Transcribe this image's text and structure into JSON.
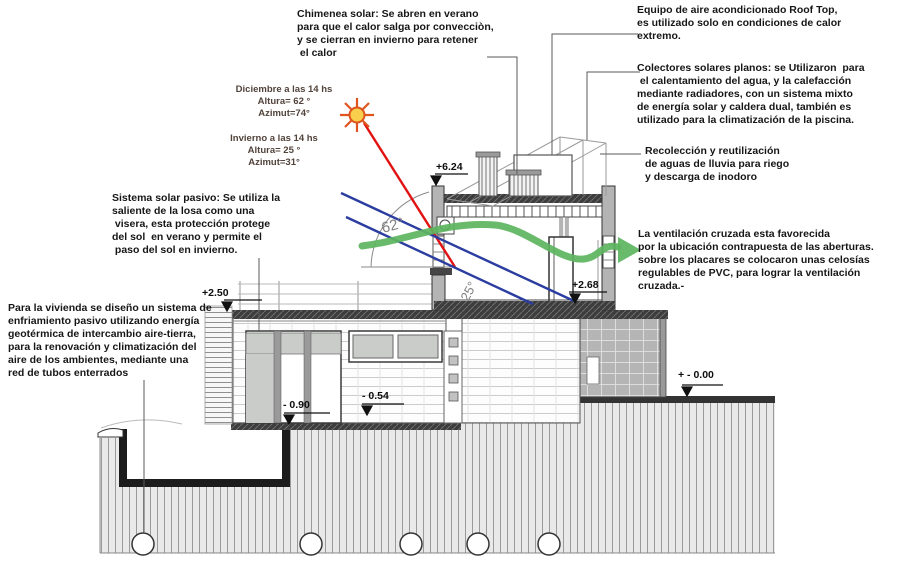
{
  "diagram": {
    "title_hint": "Bioclimatic house section diagram",
    "notes": {
      "chimenea": "Chimenea solar: Se abren en verano\npara que el calor salga por convecciòn,\ny se cierran en invierno para retener\n el calor",
      "equipo": "Equipo de aire acondicionado Roof Top,\nes utilizado solo en condiciones de calor\nextremo.",
      "colectores": "Colectores solares planos: se Utilizaron  para\n el calentamiento del agua, y la calefacción\nmediante radiadores, con un sistema mixto\nde energía solar y caldera dual, también es\nutilizado para la climatización de la piscina.",
      "recoleccion": "Recolección y reutilización\nde aguas de lluvia para riego\ny descarga de inodoro",
      "ventilacion": "La ventilación cruzada esta favorecida\npor la ubicación contrapuesta de las aberturas.\nsobre los placares se colocaron unas celosías\nregulables de PVC, para lograr la ventilación\ncruzada.-",
      "sistema": "Sistema solar pasivo: Se utiliza la\nsaliente de la losa como una\n visera, esta protección protege\ndel sol  en verano y permite el\n paso del sol en invierno.",
      "geotermica": "Para la vivienda se diseño un sistema de\nenfriamiento pasivo utilizando energía\ngeotérmica de intercambio aire-tierra,\npara la renovación y climatización del\naire de los ambientes, mediante una\nred de tubos enterrados"
    },
    "sun_info": {
      "diciembre": "Diciembre a las 14 hs\nAltura= 62 °\nAzimut=74°",
      "invierno": "Invierno a las 14 hs\nAltura= 25 °\nAzimut=31°"
    },
    "levels": {
      "roof": "+6.24",
      "terrace_upper": "+2.50",
      "upper_floor": "+2.68",
      "pool_deck": "- 0.90",
      "terrace_mid": "- 0.54",
      "ground": "+ - 0.00"
    },
    "angles": {
      "summer": "62°",
      "winter": "25°"
    },
    "colors": {
      "summer_ray": "#e11212",
      "winter_ray": "#2b3da0",
      "ventilation_arrow": "#5cb55e",
      "sun_core": "#f7cf4d",
      "sun_spikes": "#e0541e"
    },
    "icons": {
      "sun": "sun-icon"
    }
  }
}
